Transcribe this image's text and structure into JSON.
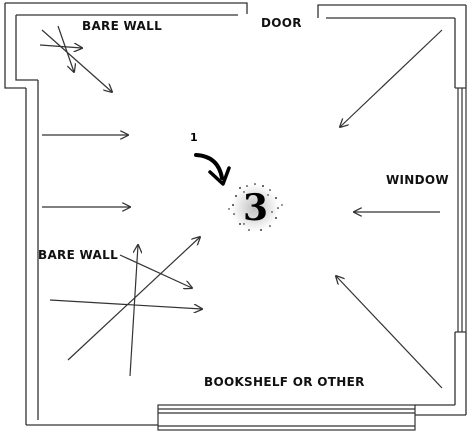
{
  "labels": {
    "bare_wall_top": "BARE WALL",
    "door": "DOOR",
    "window": "WINDOW",
    "bare_wall_left": "BARE WALL",
    "bookshelf": "BOOKSHELF OR OTHER"
  },
  "center": {
    "number": "3",
    "step_marker": "1"
  }
}
